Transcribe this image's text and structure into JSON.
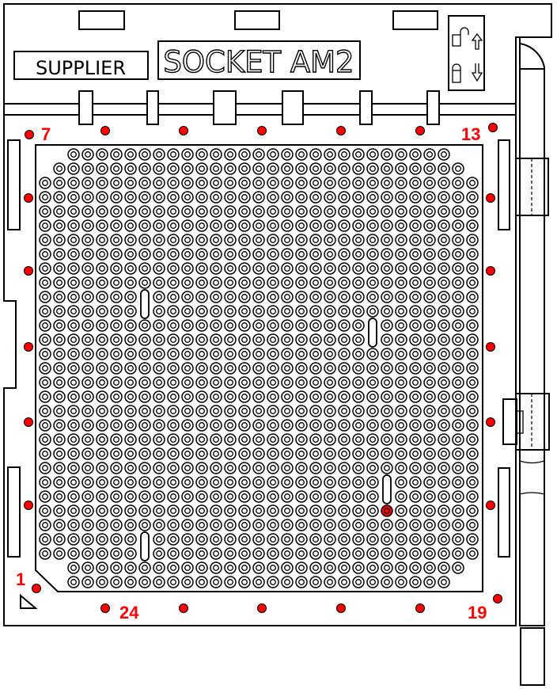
{
  "labels": {
    "supplier": "SUPPLIER",
    "socket_name": "SOCKET AM2"
  },
  "lock_panel": {
    "unlock_icon": "open-padlock-icon",
    "unlock_arrow": "arrow-up-icon",
    "lock_icon": "closed-padlock-icon",
    "lock_arrow": "arrow-down-icon"
  },
  "markers": {
    "label_7": "7",
    "label_13": "13",
    "label_1": "1",
    "label_24": "24",
    "label_19": "19"
  },
  "pin_grid": {
    "rows": 31,
    "cols": 31,
    "key_slots": [
      {
        "col": 7,
        "row": 10
      },
      {
        "col": 23,
        "row": 12
      },
      {
        "col": 24,
        "row": 23
      },
      {
        "col": 7,
        "row": 27
      }
    ],
    "highlighted_pin": {
      "col": 24,
      "row": 25
    }
  },
  "colors": {
    "marker": "#ff0000",
    "line": "#000000",
    "background": "#ffffff"
  }
}
